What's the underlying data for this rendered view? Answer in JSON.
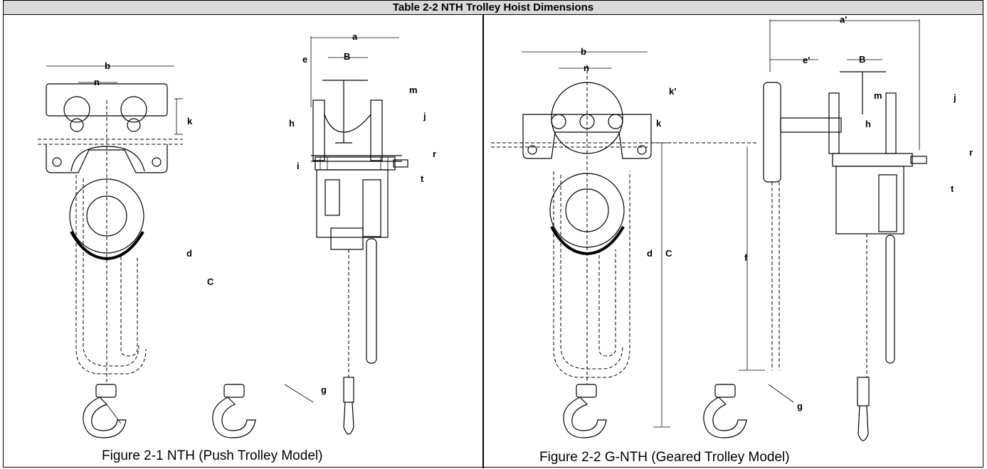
{
  "table_title": "Table 2-2  NTH Trolley Hoist Dimensions",
  "figure1": {
    "caption": "Figure 2-1  NTH (Push Trolley Model)",
    "labels": {
      "b": "b",
      "n": "n",
      "k": "k",
      "a": "a",
      "e": "e",
      "B": "B",
      "m": "m",
      "h": "h",
      "j": "j",
      "i": "i",
      "r": "r",
      "t": "t",
      "d": "d",
      "C": "C",
      "g": "g"
    }
  },
  "figure2": {
    "caption": "Figure 2-2  G-NTH (Geared Trolley Model)",
    "labels": {
      "b": "b",
      "n": "n",
      "k_prime": "k'",
      "k": "k",
      "a_prime": "a'",
      "e_prime": "e'",
      "B": "B",
      "m": "m",
      "h": "h",
      "j": "j",
      "r": "r",
      "t": "t",
      "d": "d",
      "C": "C",
      "f": "f",
      "g": "g"
    }
  }
}
